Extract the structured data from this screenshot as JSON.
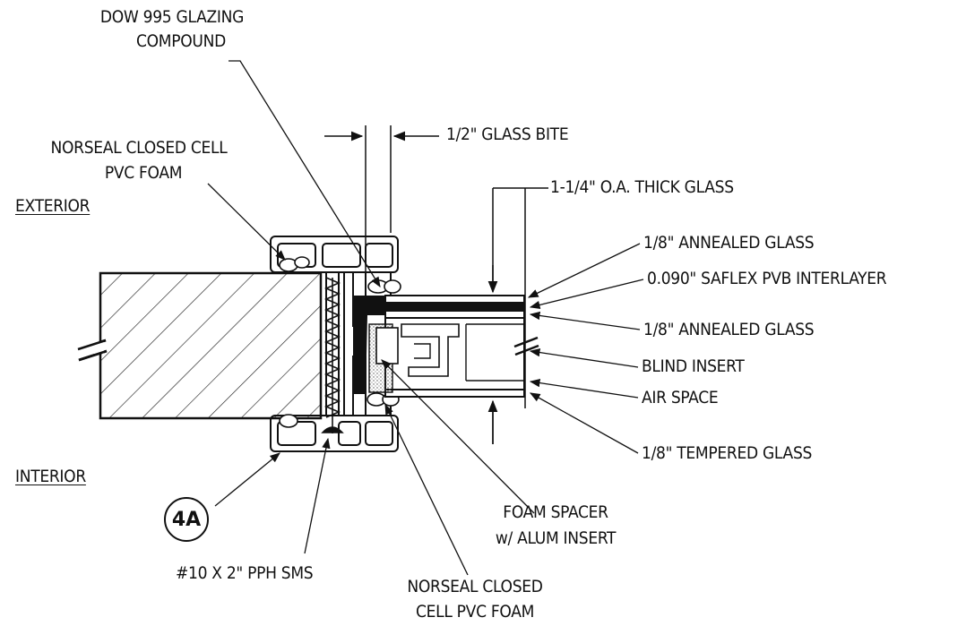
{
  "labels": {
    "glazing_compound_1": "DOW 995 GLAZING",
    "glazing_compound_2": "COMPOUND",
    "glass_bite": "1/2\" GLASS BITE",
    "norseal_top_1": "NORSEAL CLOSED CELL",
    "norseal_top_2": "PVC FOAM",
    "exterior": "EXTERIOR",
    "oa_thick_glass": "1-1/4\" O.A. THICK GLASS",
    "annealed_glass_top": "1/8\" ANNEALED GLASS",
    "saflex_interlayer": "0.090\" SAFLEX PVB INTERLAYER",
    "annealed_glass_bottom": "1/8\" ANNEALED GLASS",
    "blind_insert": "BLIND INSERT",
    "air_space": "AIR SPACE",
    "tempered_glass": "1/8\" TEMPERED GLASS",
    "interior": "INTERIOR",
    "detail_tag": "4A",
    "screw": "#10 X 2\" PPH SMS",
    "foam_spacer_1": "FOAM SPACER",
    "foam_spacer_2": "w/ ALUM INSERT",
    "norseal_bottom_1": "NORSEAL CLOSED",
    "norseal_bottom_2": "CELL PVC FOAM"
  }
}
